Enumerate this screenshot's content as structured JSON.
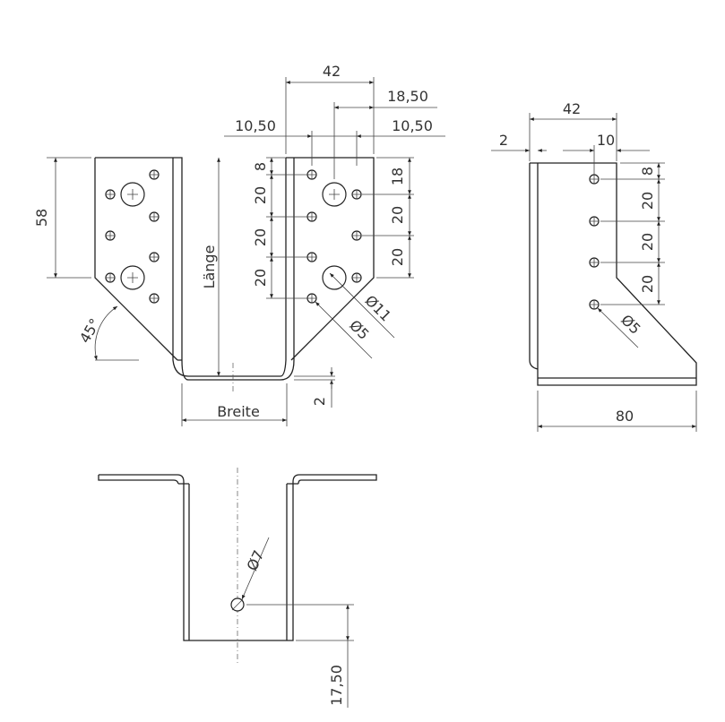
{
  "front_view": {
    "dim_width_top": "42",
    "dim_offset_big_hole": "18,50",
    "dim_left_offset": "10,50",
    "dim_right_offset": "10,50",
    "dim_v_8": "8",
    "dim_v_20a": "20",
    "dim_v_20b": "20",
    "dim_v_20c": "20",
    "dim_r_18": "18",
    "dim_r_20a": "20",
    "dim_r_20b": "20",
    "dim_height": "58",
    "angle": "45°",
    "length_label": "Länge",
    "width_label": "Breite",
    "thickness": "2",
    "big_hole_dia": "Ø11",
    "small_hole_dia": "Ø5"
  },
  "side_view": {
    "dim_width": "42",
    "dim_thickness": "2",
    "dim_hole_offset": "10",
    "dim_v_8": "8",
    "dim_v_20a": "20",
    "dim_v_20b": "20",
    "dim_v_20c": "20",
    "dim_depth": "80",
    "hole_dia": "Ø5"
  },
  "bottom_view": {
    "hole_dia": "Ø7",
    "dim_hole_offset": "17,50"
  }
}
